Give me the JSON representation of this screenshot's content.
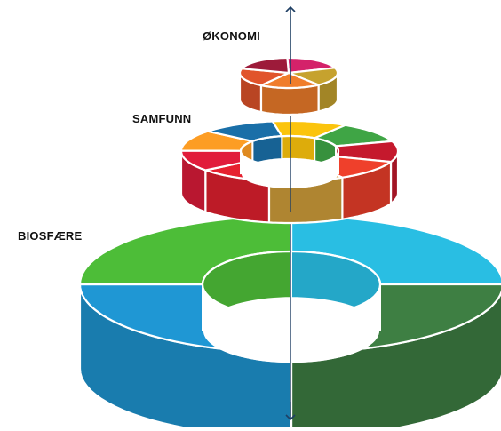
{
  "labels": {
    "okonomi": "ØKONOMI",
    "samfunn": "SAMFUNN",
    "biosfaere": "BIOSFÆRE"
  },
  "layers": {
    "okonomi": {
      "segment_colors": [
        "#d4226a",
        "#c6a22e",
        "#f07d2b",
        "#e1542b",
        "#9d1b3a"
      ]
    },
    "samfunn": {
      "segment_colors": [
        "#fbc40d",
        "#3fa545",
        "#c5192d",
        "#ef402b",
        "#d6a23c",
        "#e6212f",
        "#e11c3b",
        "#fd9d24",
        "#1a6fa8"
      ]
    },
    "biosfaere": {
      "segment_colors": [
        "#29bee3",
        "#3e7f43",
        "#1f97d4",
        "#4dbd38"
      ]
    }
  },
  "axis_color": "#1f3f64"
}
